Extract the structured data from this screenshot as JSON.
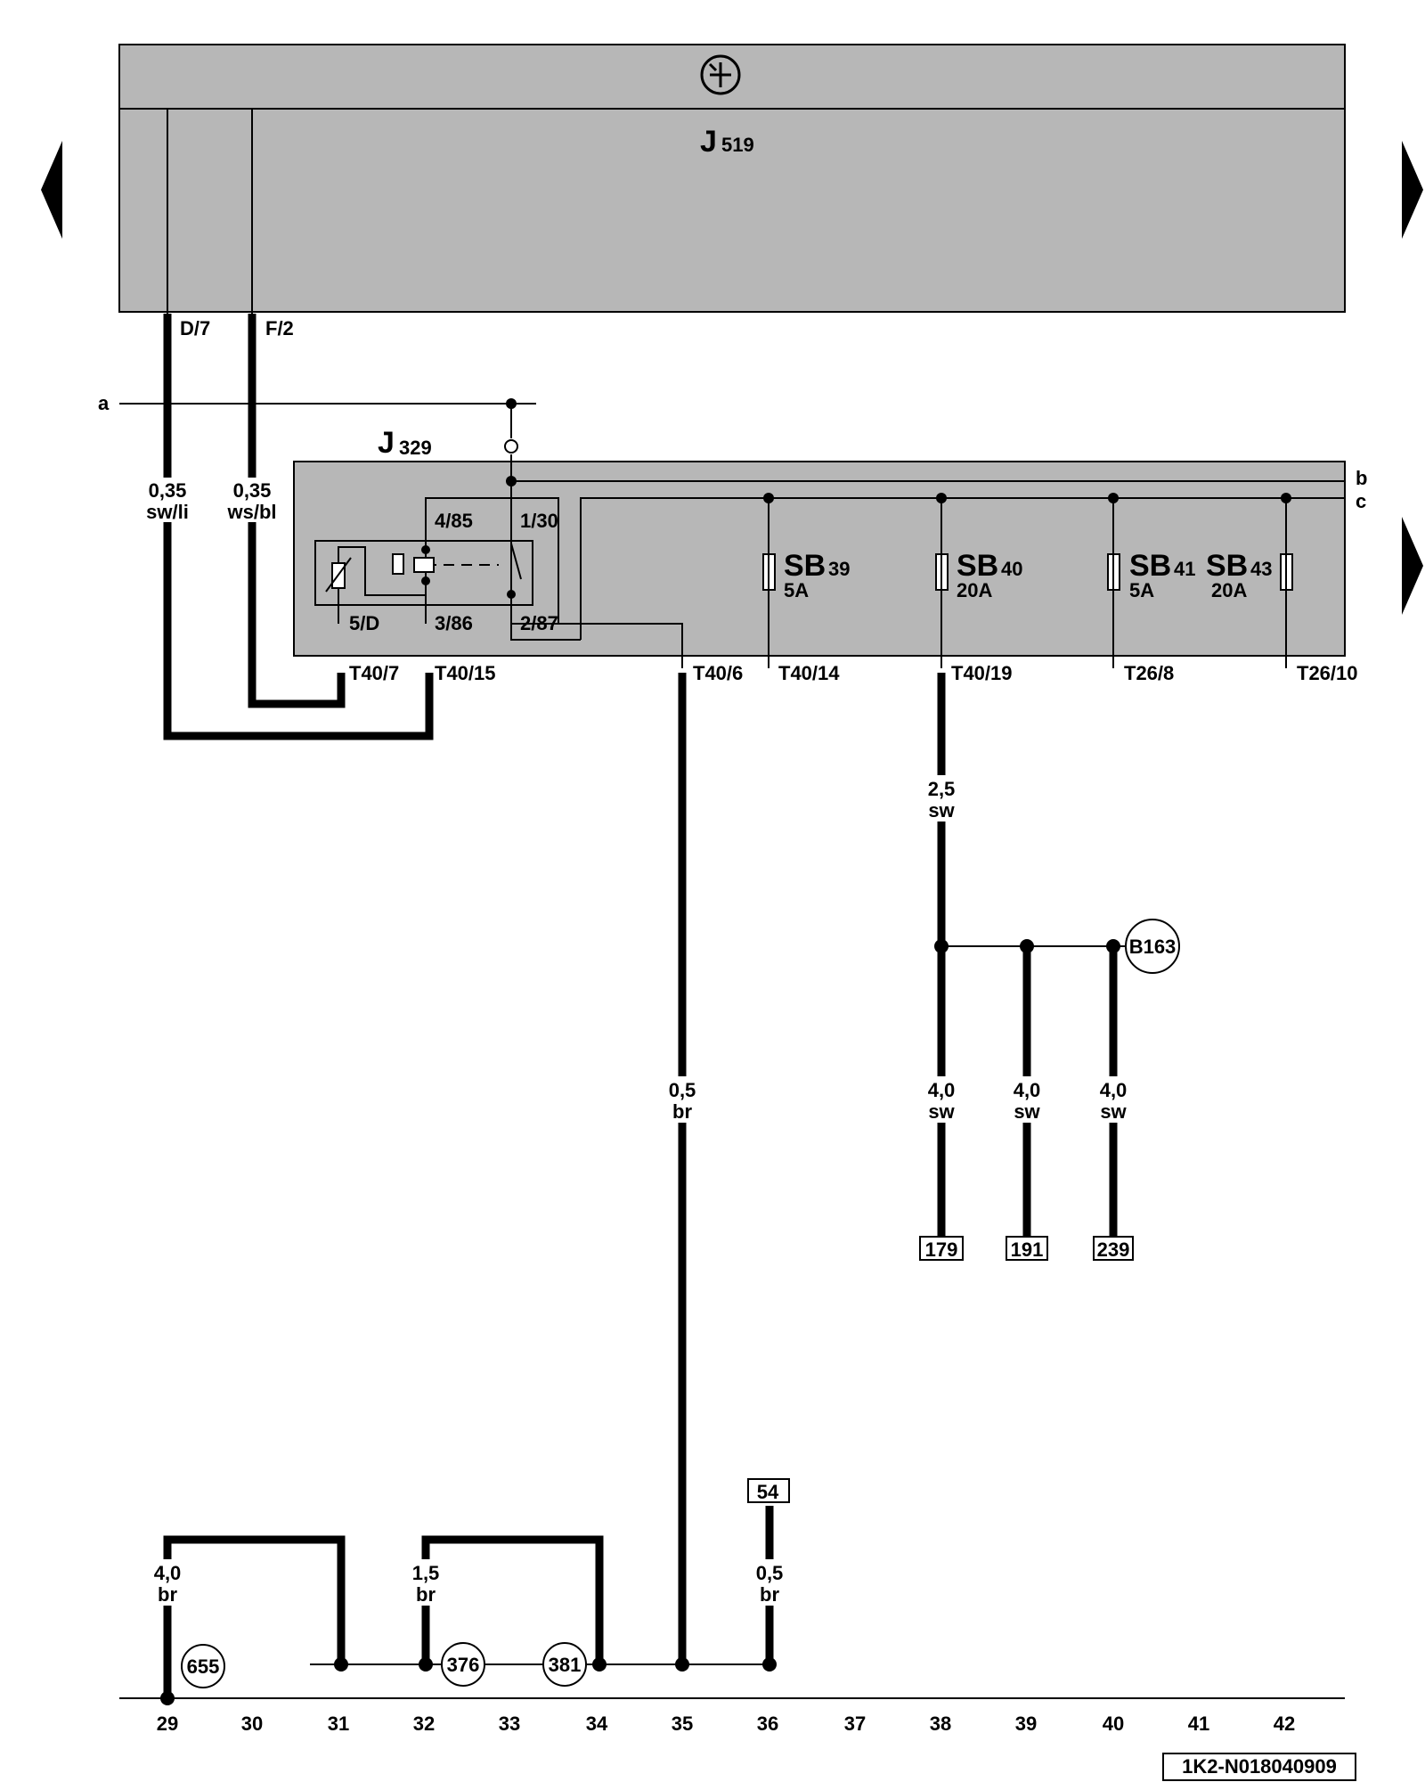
{
  "components": {
    "j519": {
      "name": "J",
      "sub": "519"
    },
    "j329": {
      "name": "J",
      "sub": "329"
    },
    "fuses": [
      {
        "name": "SB",
        "sub": "39",
        "rating": "5A"
      },
      {
        "name": "SB",
        "sub": "40",
        "rating": "20A"
      },
      {
        "name": "SB",
        "sub": "41",
        "rating": "5A"
      },
      {
        "name": "SB",
        "sub": "43",
        "rating": "20A"
      }
    ]
  },
  "pins": {
    "d7": "D/7",
    "f2": "F/2",
    "p485": "4/85",
    "p130": "1/30",
    "p5d": "5/D",
    "p386": "3/86",
    "p287": "2/87",
    "t40_7": "T40/7",
    "t40_15": "T40/15",
    "t40_6": "T40/6",
    "t40_14": "T40/14",
    "t40_19": "T40/19",
    "t26_8": "T26/8",
    "t26_10": "T26/10"
  },
  "lines": {
    "a": "a",
    "b": "b",
    "c": "c"
  },
  "wires": [
    {
      "id": "w1",
      "size": "0,35",
      "color": "sw/li"
    },
    {
      "id": "w2",
      "size": "0,35",
      "color": "ws/bl"
    },
    {
      "id": "w3",
      "size": "2,5",
      "color": "sw"
    },
    {
      "id": "w4",
      "size": "0,5",
      "color": "br"
    },
    {
      "id": "w5",
      "size": "4,0",
      "color": "sw"
    },
    {
      "id": "w6",
      "size": "4,0",
      "color": "sw"
    },
    {
      "id": "w7",
      "size": "4,0",
      "color": "sw"
    },
    {
      "id": "w8",
      "size": "4,0",
      "color": "br"
    },
    {
      "id": "w9",
      "size": "1,5",
      "color": "br"
    },
    {
      "id": "w10",
      "size": "0,5",
      "color": "br"
    }
  ],
  "references": {
    "b163": "B163",
    "r179": "179",
    "r191": "191",
    "r239": "239",
    "r54": "54",
    "g655": "655",
    "g376": "376",
    "g381": "381"
  },
  "grid_numbers": [
    "29",
    "30",
    "31",
    "32",
    "33",
    "34",
    "35",
    "36",
    "37",
    "38",
    "39",
    "40",
    "41",
    "42"
  ],
  "diagram_id": "1K2-N018040909"
}
